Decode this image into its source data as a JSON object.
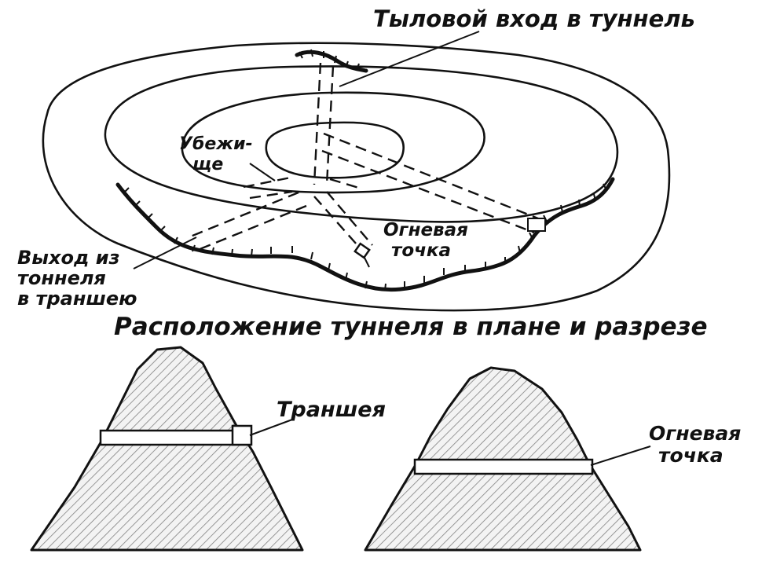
{
  "plan": {
    "label_rear_entrance": "Тыловой вход в туннель",
    "label_shelter_line1": "Убежи-",
    "label_shelter_line2": "ще",
    "label_fire_point_line1": "Огневая",
    "label_fire_point_line2": "точка",
    "label_exit_line1": "Выход из",
    "label_exit_line2": "тоннеля",
    "label_exit_line3": "в траншею"
  },
  "caption": "Расположение туннеля в плане и разрезе",
  "section_left": {
    "label": "Траншея"
  },
  "section_right": {
    "label_line1": "Огневая",
    "label_line2": "точка"
  }
}
